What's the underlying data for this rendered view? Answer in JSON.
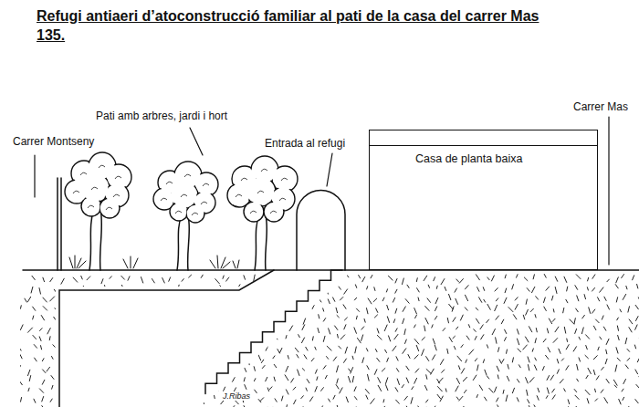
{
  "diagram": {
    "title": "Refugi antiaeri d’atoconstrucció familiar al pati de la casa del carrer Mas 135.",
    "nodes": [
      {
        "text": [
          "Casa de planta baixa"
        ]
      }
    ],
    "labels": [
      "Carrer Montseny",
      "Pati amb arbres, jardi i hort",
      "Entrada al refugi",
      "Carrer Mas",
      "J.Ribas"
    ]
  }
}
